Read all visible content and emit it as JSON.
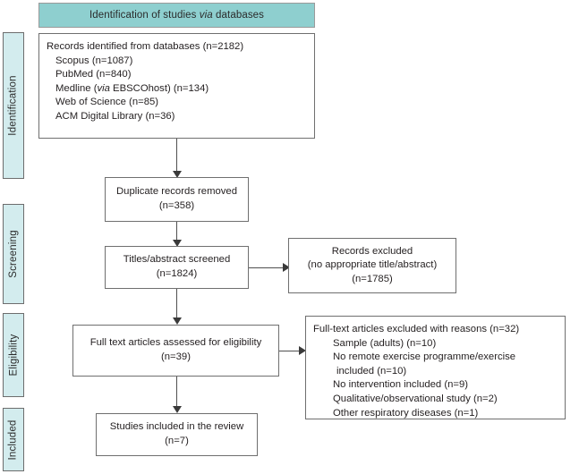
{
  "figure": {
    "type": "prisma-flow-diagram",
    "banner": {
      "label_pre": "Identification of studies ",
      "label_em": "via",
      "label_post": " databases"
    },
    "stages": [
      {
        "name": "identification",
        "label": "Identification"
      },
      {
        "name": "screening",
        "label": "Screening"
      },
      {
        "name": "eligibility",
        "label": "Eligibility"
      },
      {
        "name": "included",
        "label": "Included"
      }
    ],
    "boxes": {
      "records_identified": {
        "title": "Records identified from databases (n=2182)",
        "sources": [
          "Scopus (n=1087)",
          "PubMed (n=840)",
          "Medline (",
          "Web of Science (n=85)",
          "ACM Digital Library (n=36)"
        ],
        "medline_pre": "Medline (",
        "medline_em": "via",
        "medline_post": " EBSCOhost) (n=134)"
      },
      "duplicates_removed": {
        "line1": "Duplicate records removed",
        "line2": "(n=358)"
      },
      "titles_screened": {
        "line1": "Titles/abstract screened",
        "line2": "(n=1824)"
      },
      "records_excluded": {
        "line1": "Records excluded",
        "line2": "(no appropriate title/abstract)",
        "line3": "(n=1785)"
      },
      "fulltext_assessed": {
        "line1": "Full text articles assessed for eligibility",
        "line2": "(n=39)"
      },
      "fulltext_excluded": {
        "title": "Full-text articles excluded with reasons (n=32)",
        "reasons": [
          "Sample (adults) (n=10)",
          "No remote exercise  programme/exercise",
          "included (n=10)",
          "No intervention included (n=9)",
          "Qualitative/observational study (n=2)",
          "Other respiratory diseases (n=1)"
        ]
      },
      "studies_included": {
        "line1": "Studies included in the review",
        "line2": "(n=7)"
      }
    },
    "colors": {
      "banner_fill": "#8ecfcf",
      "stage_fill": "#d3ecee",
      "box_border": "#6f6f6f",
      "connector": "#4f4f4f",
      "text": "#231f20"
    }
  }
}
